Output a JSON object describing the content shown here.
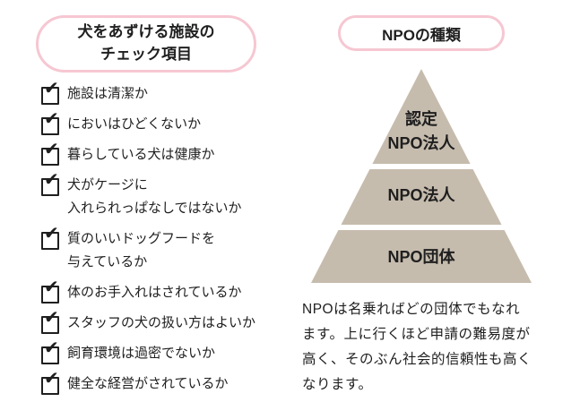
{
  "colors": {
    "pink": "#f6c7d2",
    "pyramid": "#c6bcae",
    "text": "#1f1f1f"
  },
  "icons": {
    "check": "✔"
  },
  "checklist": {
    "title": [
      "犬をあずける施設の",
      "チェック項目"
    ],
    "items": [
      {
        "line1": "施設は清潔か"
      },
      {
        "line1": "においはひどくないか"
      },
      {
        "line1": "暮らしている犬は健康か"
      },
      {
        "line1": "犬がケージに",
        "line2": "入れられっぱなしではないか"
      },
      {
        "line1": "質のいいドッグフードを",
        "line2": "与えているか"
      },
      {
        "line1": "体のお手入れはされているか"
      },
      {
        "line1": "スタッフの犬の扱い方はよいか"
      },
      {
        "line1": "飼育環境は過密でないか"
      },
      {
        "line1": "健全な経営がされているか"
      }
    ]
  },
  "pyramid": {
    "title": "NPOの種類",
    "top_label": [
      "認定",
      "NPO法人"
    ],
    "middle_label": "NPO法人",
    "bottom_label": "NPO団体",
    "caption_lines": [
      "NPOは名乗ればどの団体でもなれ",
      "ます。上に行くほど申請の難易度が",
      "高く、そのぶん社会的信頼性も高く",
      "なります。"
    ]
  }
}
